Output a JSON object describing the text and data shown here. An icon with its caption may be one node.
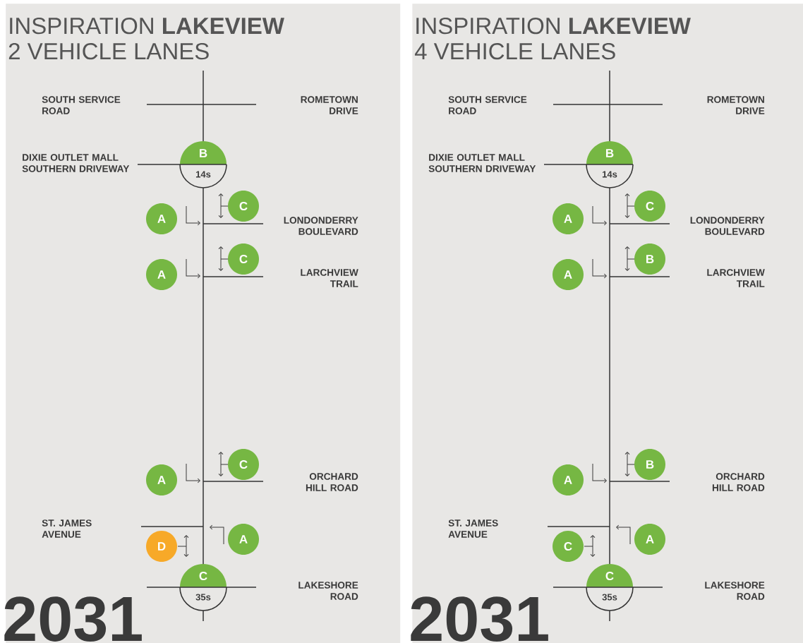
{
  "diagram": {
    "nodes": [
      {
        "text": [
          "INSPIRATION **LAKEVIEW**",
          "2 VEHICLE LANES"
        ]
      },
      {
        "text": [
          "B",
          "14s"
        ],
        "in": 0
      },
      {
        "text": [
          "C"
        ],
        "in": 0
      },
      {
        "text": [
          "A"
        ],
        "in": 0
      },
      {
        "text": [
          "C"
        ],
        "in": 0
      },
      {
        "text": [
          "A"
        ],
        "in": 0
      },
      {
        "text": [
          "C"
        ],
        "in": 0
      },
      {
        "text": [
          "A"
        ],
        "in": 0
      },
      {
        "text": [
          "D"
        ],
        "in": 0
      },
      {
        "text": [
          "A"
        ],
        "in": 0
      },
      {
        "text": [
          "C",
          "35s"
        ],
        "in": 0
      },
      {
        "text": [
          "INSPIRATION **LAKEVIEW**",
          "4 VEHICLE LANES"
        ]
      },
      {
        "text": [
          "B",
          "14s"
        ],
        "in": 11
      },
      {
        "text": [
          "C"
        ],
        "in": 11
      },
      {
        "text": [
          "A"
        ],
        "in": 11
      },
      {
        "text": [
          "B"
        ],
        "in": 11
      },
      {
        "text": [
          "A"
        ],
        "in": 11
      },
      {
        "text": [
          "B"
        ],
        "in": 11
      },
      {
        "text": [
          "A"
        ],
        "in": 11
      },
      {
        "text": [
          "C"
        ],
        "in": 11
      },
      {
        "text": [
          "A"
        ],
        "in": 11
      },
      {
        "text": [
          "C",
          "35s"
        ],
        "in": 11
      }
    ],
    "labels": [
      "SOUTH SERVICE ROAD",
      "ROMETOWN DRIVE",
      "DIXIE OUTLET MALL SOUTHERN DRIVEWAY",
      "LONDONDERRY BOULEVARD",
      "LARCHVIEW TRAIL",
      "ORCHARD HILL ROAD",
      "ST. JAMES AVENUE",
      "LAKESHORE ROAD",
      "2031",
      "SOUTH SERVICE ROAD",
      "ROMETOWN DRIVE",
      "DIXIE OUTLET MALL SOUTHERN DRIVEWAY",
      "LONDONDERRY BOULEVARD",
      "LARCHVIEW TRAIL",
      "ORCHARD HILL ROAD",
      "ST. JAMES AVENUE",
      "LAKESHORE ROAD",
      "2031"
    ]
  }
}
